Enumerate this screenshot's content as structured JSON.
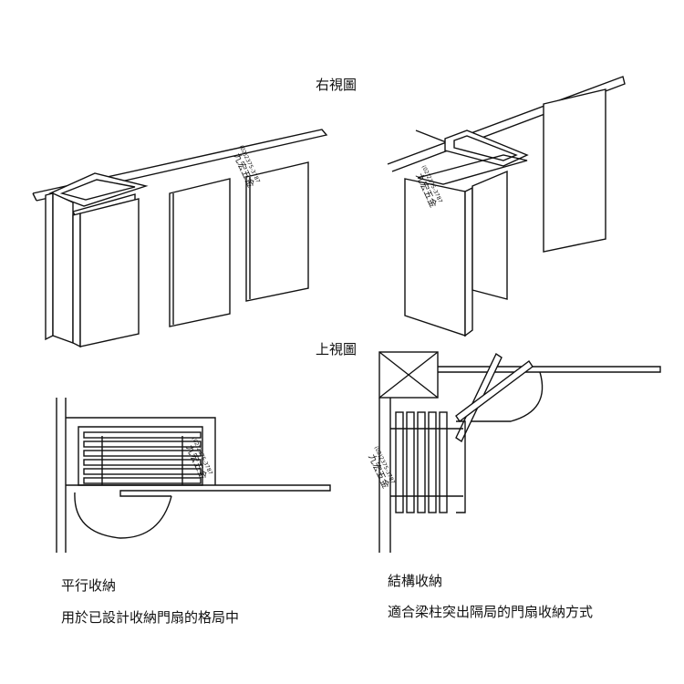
{
  "labels": {
    "right_view": "右視圖",
    "top_view": "上視圖",
    "left_title": "平行收納",
    "left_desc": "用於已設計收納門扇的格局中",
    "right_title": "結構收納",
    "right_desc": "適合梁柱突出隔局的門扇收納方式"
  },
  "watermark": {
    "brand": "九宏五金",
    "phone": "(02)2375-3787"
  }
}
